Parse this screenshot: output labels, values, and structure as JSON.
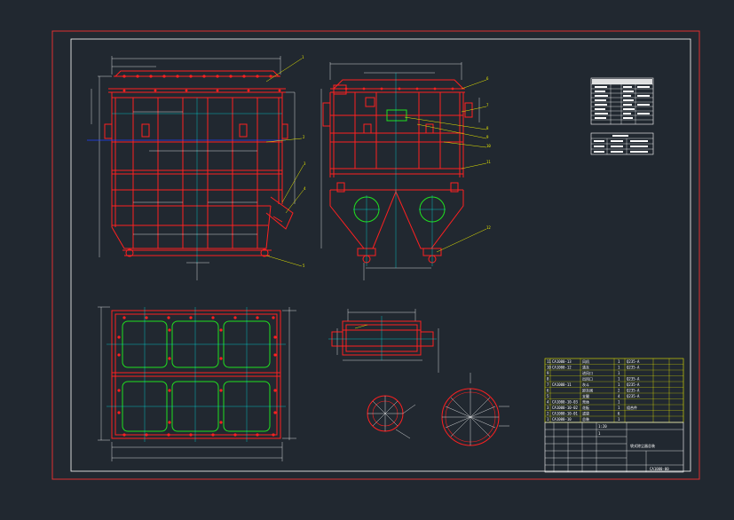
{
  "drawing": {
    "colors": {
      "background": "#212830",
      "frame": "#e03030",
      "inner_frame": "#ffffff",
      "structure": "#ff2020",
      "dimension": "#ffffff",
      "center_line": "#00e0e0",
      "leader": "#e8e800",
      "highlight": "#20e020",
      "hidden": "#2040ff"
    },
    "balloons": {
      "front_view": [
        "1",
        "2",
        "3",
        "4",
        "5"
      ],
      "side_view": [
        "6",
        "7",
        "8",
        "9",
        "10",
        "11",
        "12"
      ]
    },
    "bom_rows": [
      {
        "no": "11",
        "code": "CA1000-13",
        "name": "风机",
        "qty": "1",
        "material": "Q235-A"
      },
      {
        "no": "10",
        "code": "CA1000-12",
        "name": "清灰",
        "qty": "1",
        "material": "Q235-A"
      },
      {
        "no": "9",
        "code": "",
        "name": "进风口",
        "qty": "1",
        "material": ""
      },
      {
        "no": "8",
        "code": "",
        "name": "出风口",
        "qty": "1",
        "material": "Q235-A"
      },
      {
        "no": "7",
        "code": "CA1000-11",
        "name": "灰斗",
        "qty": "1",
        "material": "Q235-A"
      },
      {
        "no": "6",
        "code": "",
        "name": "卸灰阀",
        "qty": "2",
        "material": "Q235-A"
      },
      {
        "no": "5",
        "code": "",
        "name": "支腿",
        "qty": "4",
        "material": "Q235-A"
      },
      {
        "no": "4",
        "code": "CA1000-10-03",
        "name": "壳体",
        "qty": "1",
        "material": ""
      },
      {
        "no": "3",
        "code": "CA1000-10-02",
        "name": "花板",
        "qty": "1",
        "material": "组合件"
      },
      {
        "no": "2",
        "code": "CA1000-10-01",
        "name": "滤袋",
        "qty": "6",
        "material": ""
      },
      {
        "no": "1",
        "code": "CA1000-10",
        "name": "总装",
        "qty": "1",
        "material": ""
      }
    ],
    "title_block": {
      "drawing_name": "袋式除尘器总装",
      "drawing_no": "CA1000-00",
      "scale": "1:20",
      "sheet": "1"
    }
  }
}
